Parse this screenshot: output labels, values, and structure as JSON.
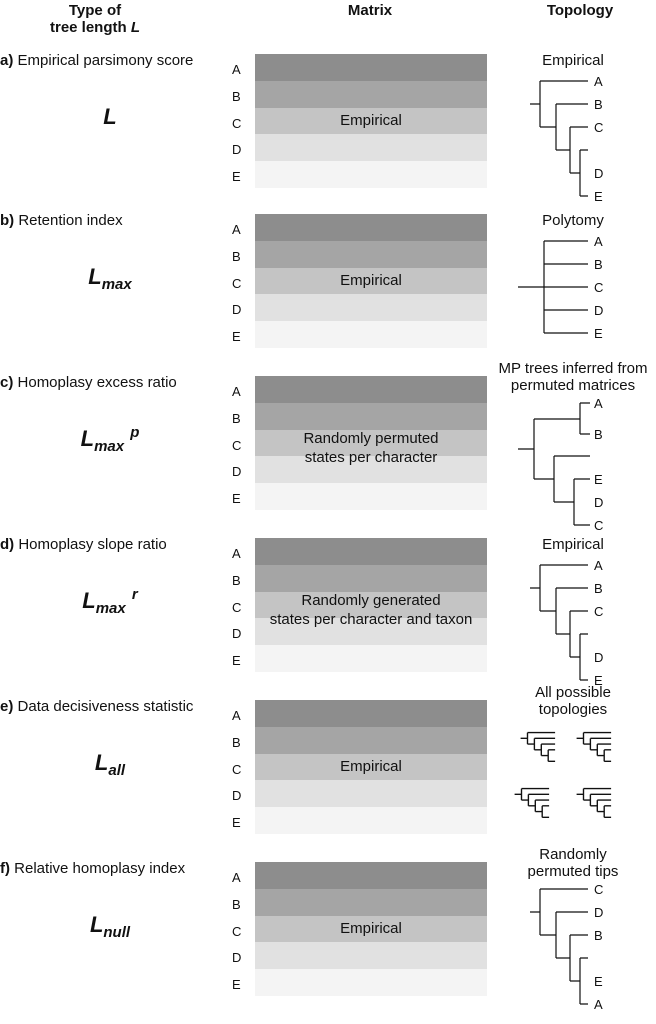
{
  "header": {
    "type_line1": "Type of",
    "type_line2": "tree length",
    "type_var": "L",
    "matrix": "Matrix",
    "topology": "Topology"
  },
  "row_labels": [
    "A",
    "B",
    "C",
    "D",
    "E"
  ],
  "panels": [
    {
      "letter": "a)",
      "title": "Empirical parsimony score",
      "symbol": "L",
      "sub": "",
      "sup": "",
      "matrix_line1": "Empirical",
      "matrix_line2": "",
      "topology_line1": "Empirical",
      "topology_line2": "",
      "tips": [
        "A",
        "B",
        "C",
        "D",
        "E"
      ]
    },
    {
      "letter": "b)",
      "title": "Retention index",
      "symbol": "L",
      "sub": "max",
      "sup": "",
      "matrix_line1": "Empirical",
      "matrix_line2": "",
      "topology_line1": "Polytomy",
      "topology_line2": "",
      "tips": [
        "A",
        "B",
        "C",
        "D",
        "E"
      ]
    },
    {
      "letter": "c)",
      "title": "Homoplasy excess ratio",
      "symbol": "L",
      "sub": "max",
      "sup": "p",
      "matrix_line1": "Randomly permuted",
      "matrix_line2": "states per character",
      "topology_line1": "MP trees inferred from",
      "topology_line2": "permuted matrices",
      "tips": [
        "A",
        "B",
        "E",
        "D",
        "C"
      ]
    },
    {
      "letter": "d)",
      "title": "Homoplasy slope ratio",
      "symbol": "L",
      "sub": "max",
      "sup": "r",
      "matrix_line1": "Randomly generated",
      "matrix_line2": "states per character and taxon",
      "topology_line1": "Empirical",
      "topology_line2": "",
      "tips": [
        "A",
        "B",
        "C",
        "D",
        "E"
      ]
    },
    {
      "letter": "e)",
      "title": "Data decisiveness statistic",
      "symbol": "L",
      "sub": "all",
      "sup": "",
      "matrix_line1": "Empirical",
      "matrix_line2": "",
      "topology_line1": "All possible",
      "topology_line2": "topologies",
      "tips": []
    },
    {
      "letter": "f)",
      "title": "Relative homoplasy index",
      "symbol": "L",
      "sub": "null",
      "sup": "",
      "matrix_line1": "Empirical",
      "matrix_line2": "",
      "topology_line1": "Randomly",
      "topology_line2": "permuted tips",
      "tips": [
        "C",
        "D",
        "B",
        "E",
        "A"
      ]
    }
  ]
}
